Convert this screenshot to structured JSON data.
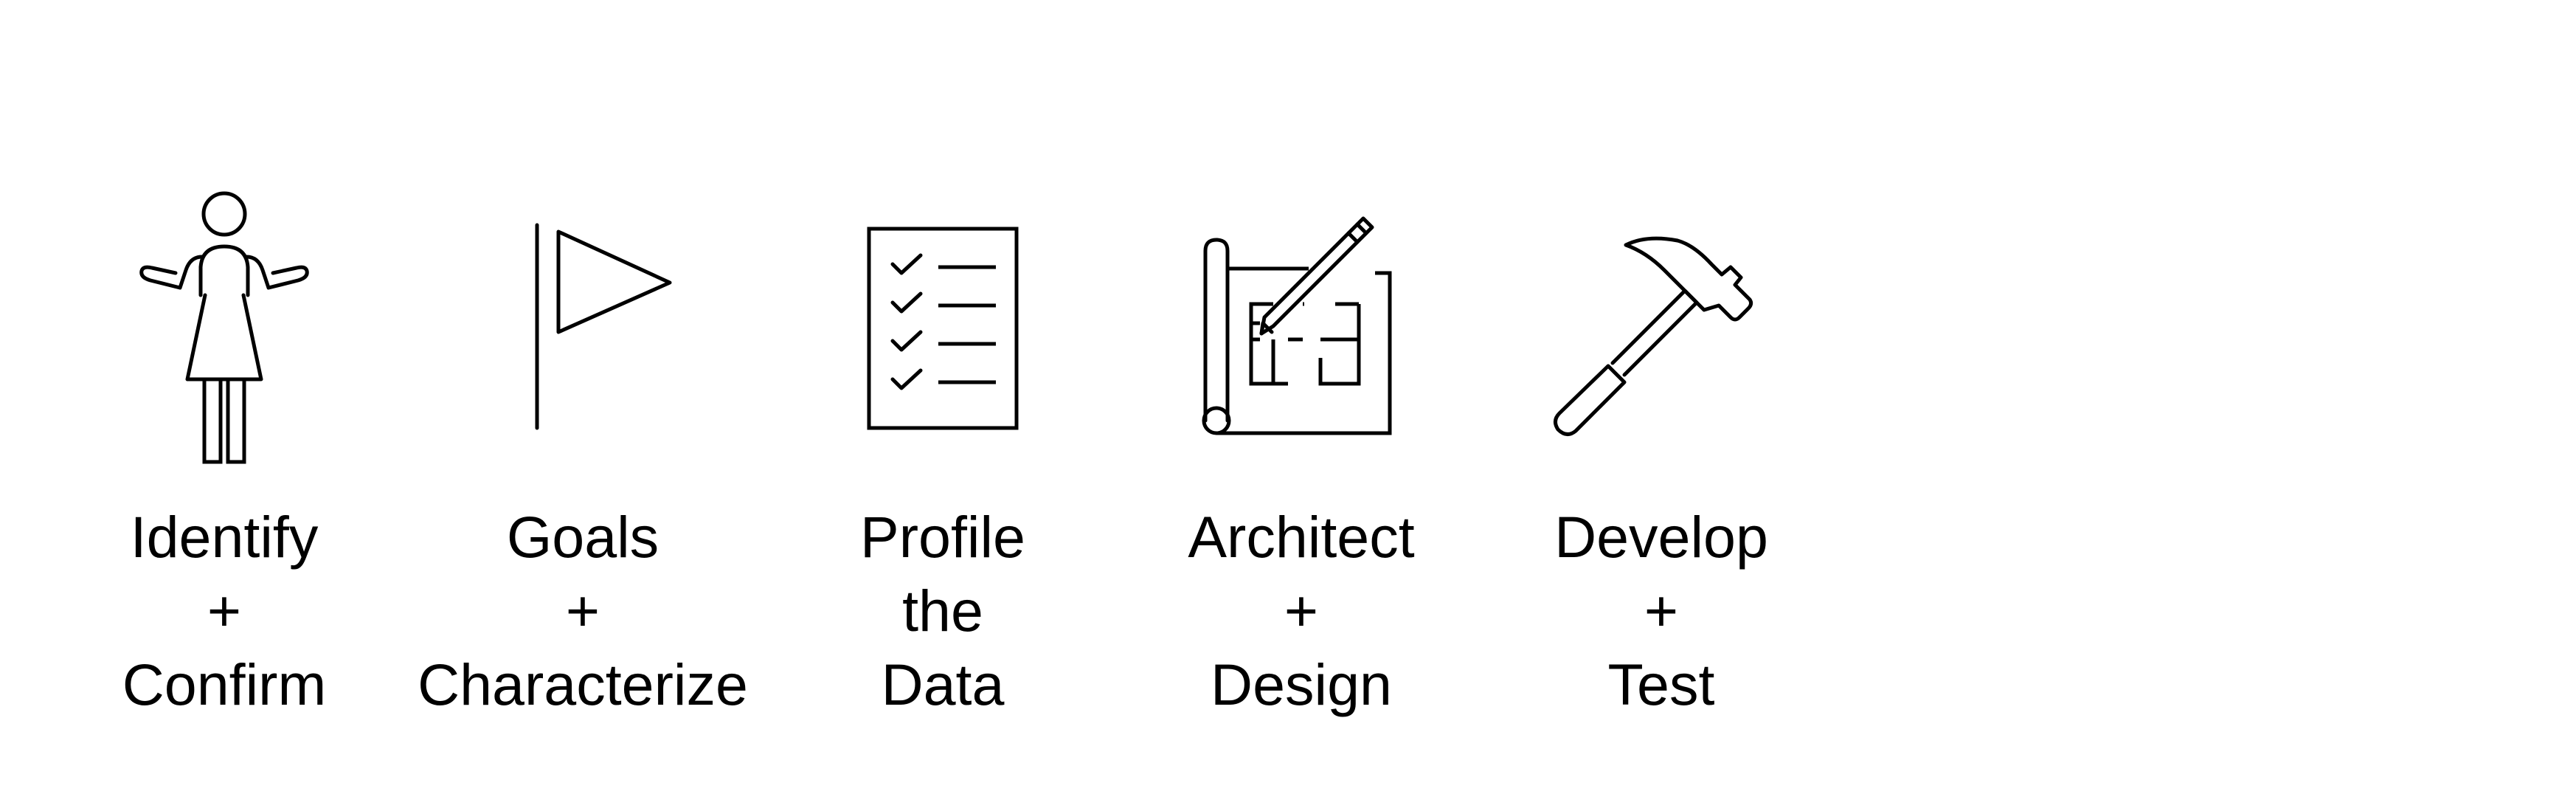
{
  "steps": [
    {
      "id": "identify",
      "icon": "person-shrug-icon",
      "lines": [
        "Identify",
        "+",
        "Confirm"
      ]
    },
    {
      "id": "goals",
      "icon": "flag-icon",
      "lines": [
        "Goals",
        "+",
        "Characterize"
      ]
    },
    {
      "id": "profile",
      "icon": "checklist-icon",
      "lines": [
        "Profile",
        "the",
        "Data"
      ]
    },
    {
      "id": "architect",
      "icon": "blueprint-pencil-icon",
      "lines": [
        "Architect",
        "+",
        "Design"
      ]
    },
    {
      "id": "develop",
      "icon": "hammer-icon",
      "lines": [
        "Develop",
        "+",
        "Test"
      ]
    }
  ],
  "colors": {
    "stroke": "#000000",
    "background": "#ffffff",
    "text": "#000000"
  }
}
